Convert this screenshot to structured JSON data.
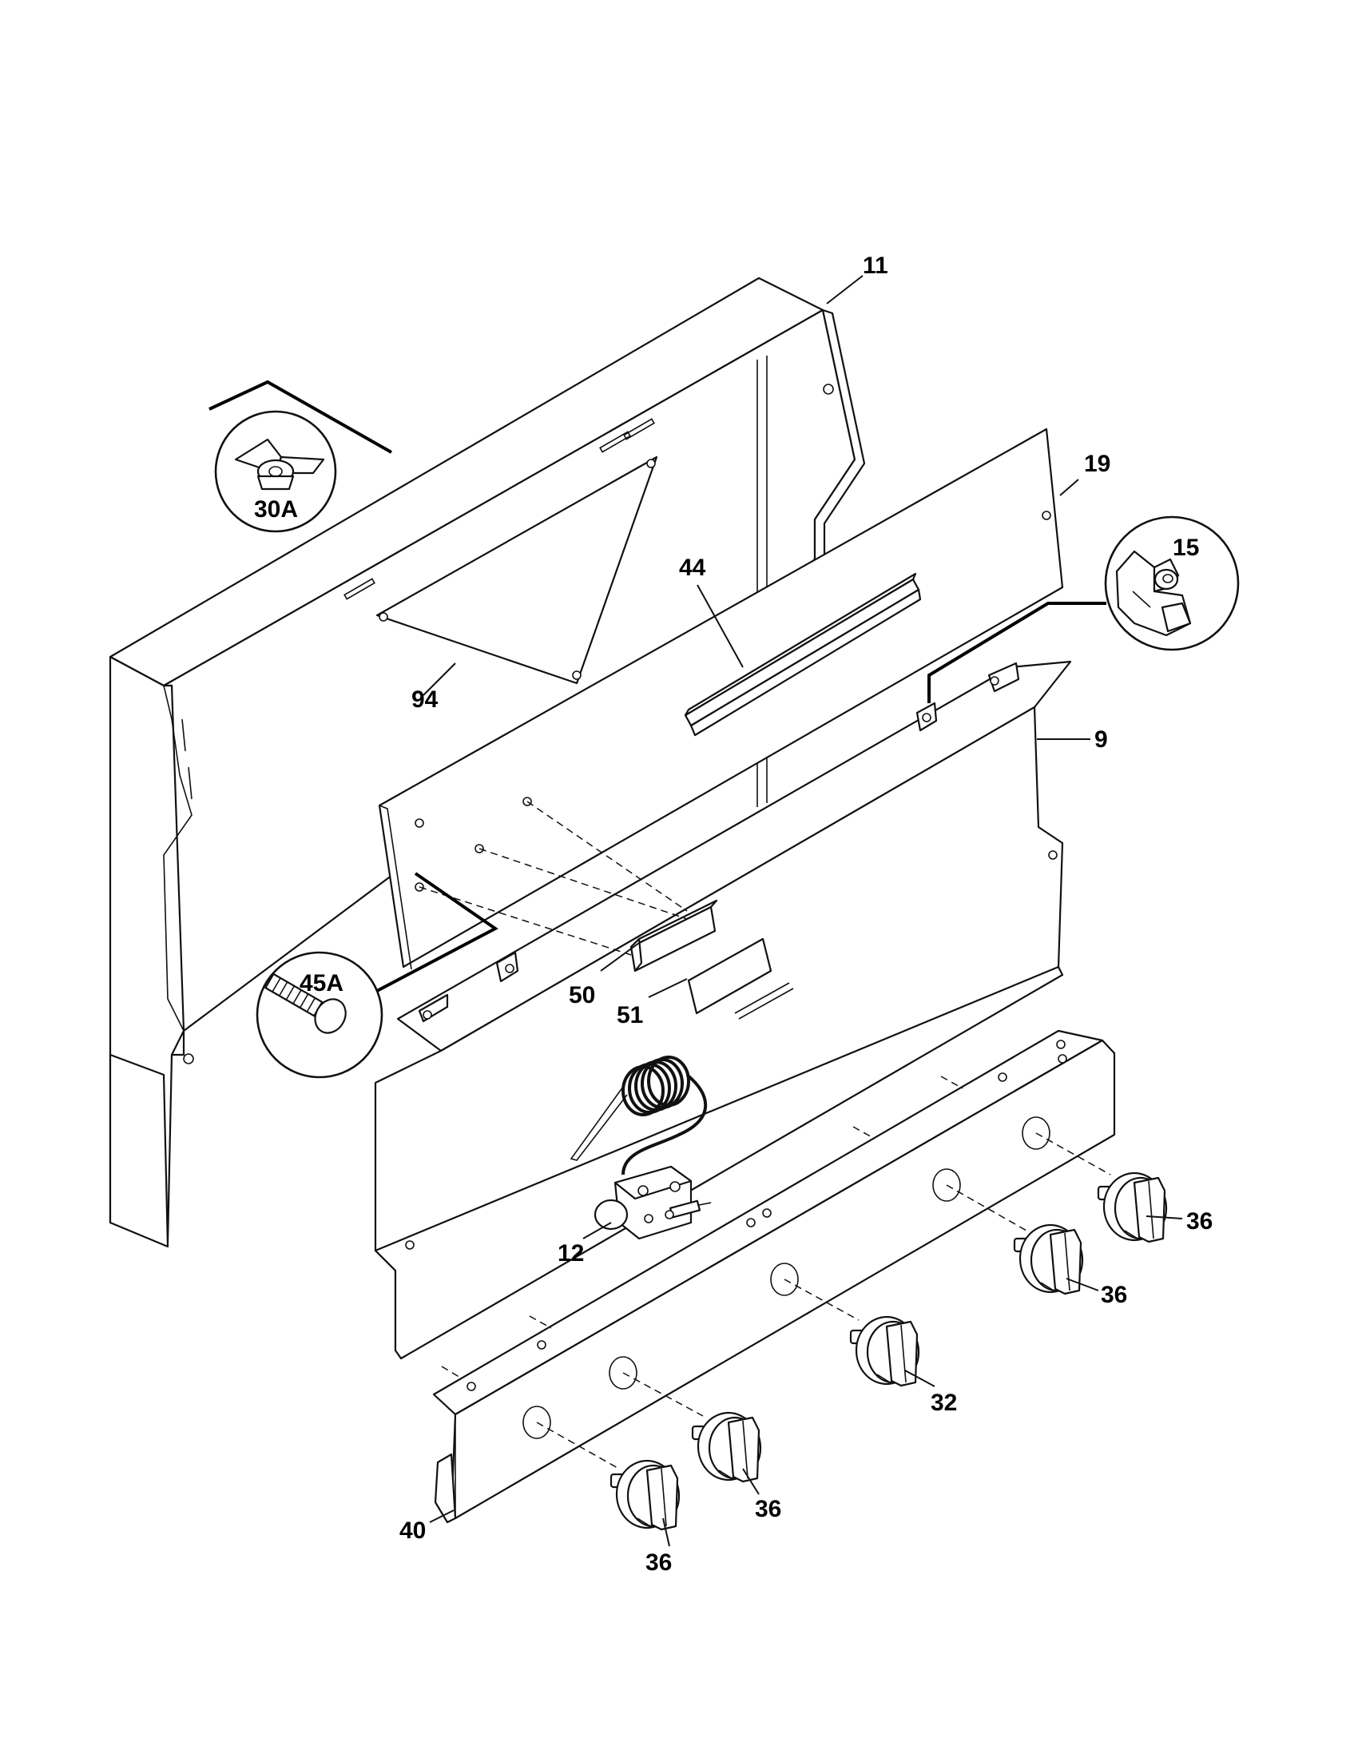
{
  "labels": {
    "p11": "11",
    "p19": "19",
    "p15": "15",
    "p44": "44",
    "p94": "94",
    "p9": "9",
    "p30a": "30A",
    "p45a": "45A",
    "p50": "50",
    "p51": "51",
    "p12": "12",
    "p36a": "36",
    "p36b": "36",
    "p36c": "36",
    "p36d": "36",
    "p32": "32",
    "p40": "40"
  }
}
